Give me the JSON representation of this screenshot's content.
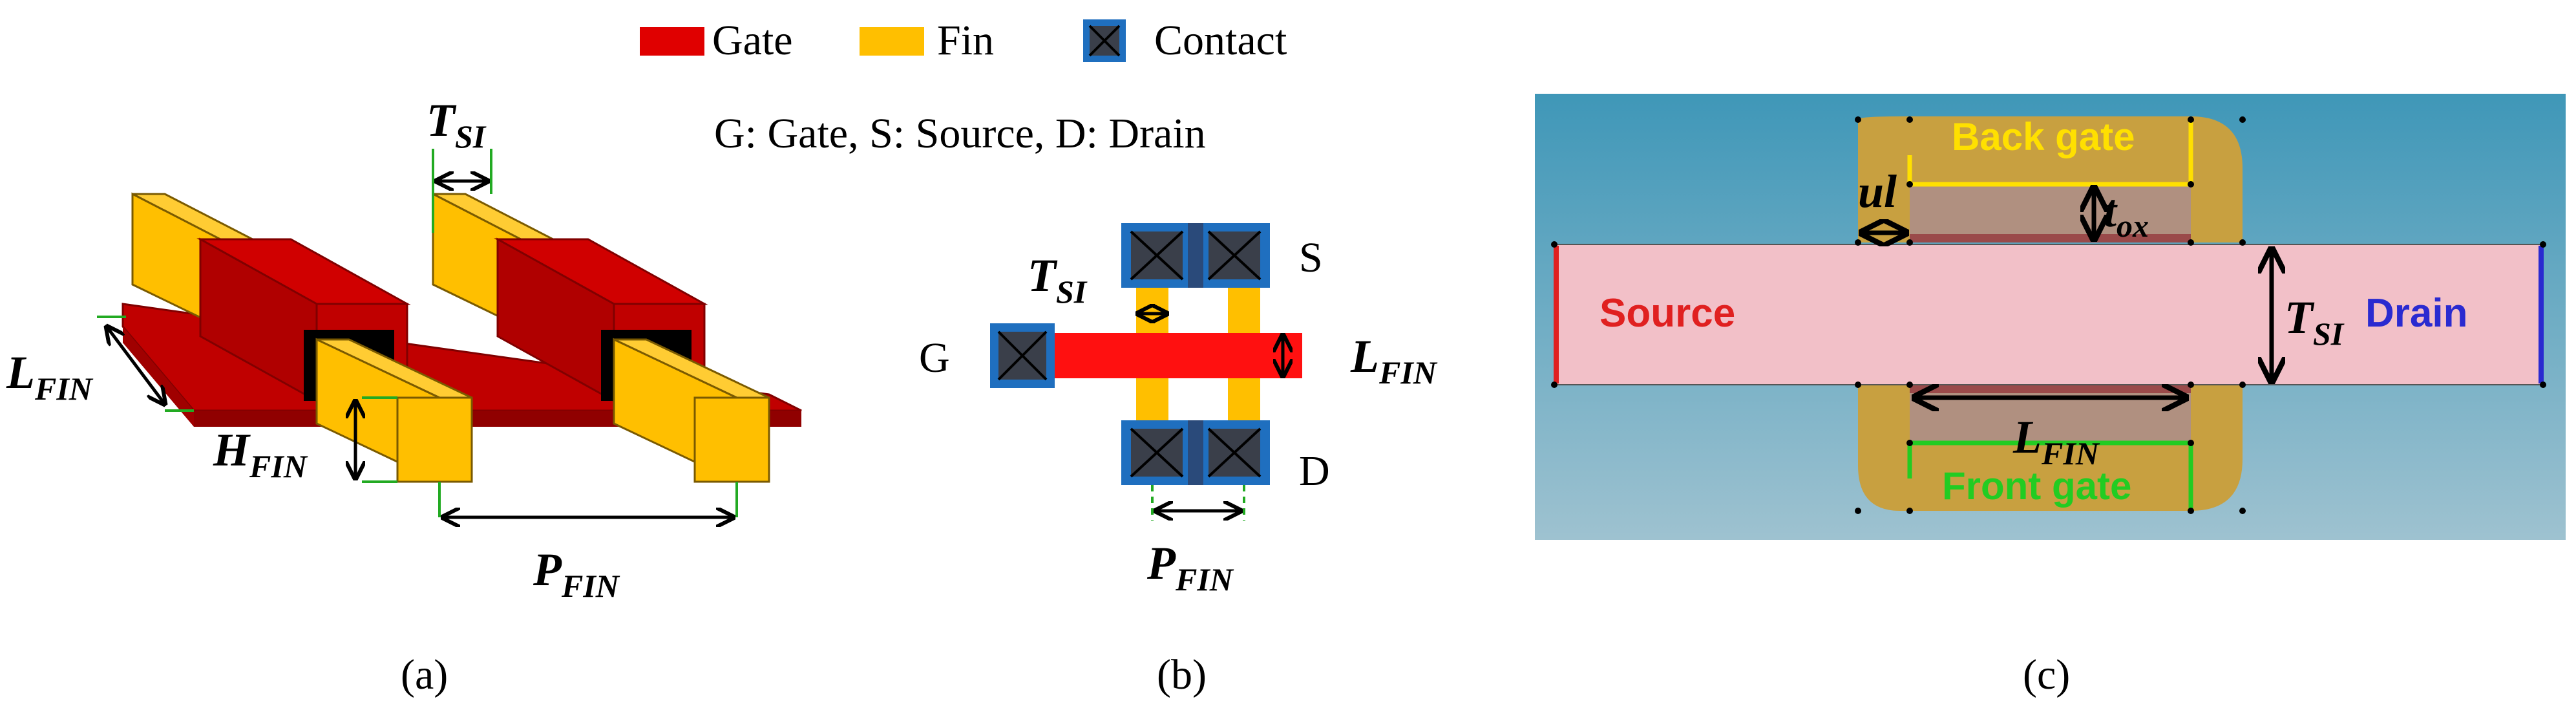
{
  "legend": {
    "gate_label": "Gate",
    "fin_label": "Fin",
    "contact_label": "Contact",
    "abbreviations": "G: Gate, S: Source, D: Drain"
  },
  "panel_a": {
    "caption": "(a)",
    "t_si": {
      "main": "T",
      "sub": "SI"
    },
    "l_fin": {
      "main": "L",
      "sub": "FIN"
    },
    "h_fin": {
      "main": "H",
      "sub": "FIN"
    },
    "p_fin": {
      "main": "P",
      "sub": "FIN"
    }
  },
  "panel_b": {
    "caption": "(b)",
    "g_label": "G",
    "s_label": "S",
    "d_label": "D",
    "t_si": {
      "main": "T",
      "sub": "SI"
    },
    "l_fin": {
      "main": "L",
      "sub": "FIN"
    },
    "p_fin": {
      "main": "P",
      "sub": "FIN"
    }
  },
  "panel_c": {
    "caption": "(c)",
    "back_gate": "Back gate",
    "front_gate": "Front gate",
    "source": "Source",
    "drain": "Drain",
    "ul": "ul",
    "t_ox": {
      "main": "t",
      "sub": "ox"
    },
    "t_si": {
      "main": "T",
      "sub": "SI"
    },
    "l_fin": {
      "main": "L",
      "sub": "FIN"
    }
  },
  "colors": {
    "gate": "#dd0000",
    "gate_dark": "#b00000",
    "fin": "#ffbf00",
    "contact_border": "#1f6fbf",
    "contact_fill": "#3a3f4a",
    "sim_bg_top": "#3f97b8",
    "sim_bg_bottom": "#9ec2d0",
    "sim_channel": "#f2c0c8",
    "sim_gate": "#c8a040",
    "sim_oxide": "#b09080",
    "back_gate_color": "#ffe000",
    "front_gate_color": "#22cc22",
    "source_color": "#e02020",
    "drain_color": "#2a2ad0"
  }
}
